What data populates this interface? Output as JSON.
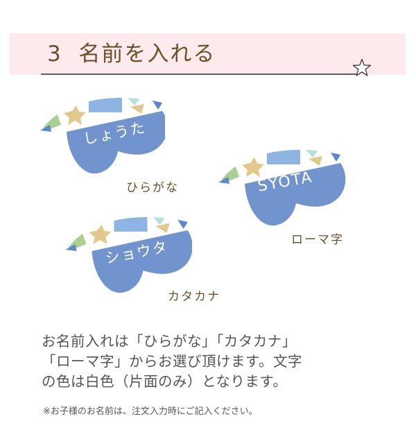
{
  "header": {
    "title": "3  名前を入れる",
    "star_icon": "star-outline-icon",
    "band_color": "#fdeaec",
    "title_color": "#6b5128"
  },
  "samples": [
    {
      "name": "しょうた",
      "caption": "ひらがな"
    },
    {
      "name": "SYOTA",
      "caption": "ローマ字"
    },
    {
      "name": "ショウタ",
      "caption": "カタカナ"
    }
  ],
  "tag_colors": {
    "body": "#7294ce",
    "pattern_blue": "#8db4e2",
    "pattern_star": "#e2c88a",
    "pattern_green": "#a9cf92",
    "pattern_mint": "#b4e0dc",
    "pattern_dark": "#5d86cc"
  },
  "description": {
    "lines": [
      "お名前入れは「ひらがな」「カタカナ」",
      "「ローマ字」からお選び頂けます。文字",
      "の色は白色（片面のみ）となります。"
    ]
  },
  "note": "※お子様のお名前は、注文入力時にご記入ください。"
}
